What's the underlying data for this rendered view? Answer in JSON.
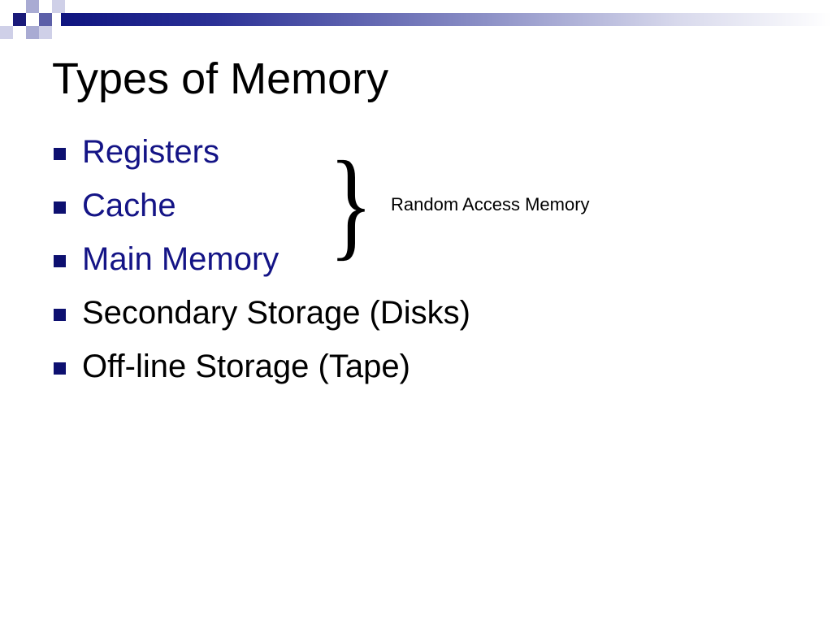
{
  "slide": {
    "title": "Types of Memory",
    "bullets": [
      {
        "text": "Registers",
        "color": "#141486"
      },
      {
        "text": "Cache",
        "color": "#141486"
      },
      {
        "text": "Main Memory",
        "color": "#141486"
      },
      {
        "text": "Secondary Storage (Disks)",
        "color": "#000000"
      },
      {
        "text": "Off-line Storage (Tape)",
        "color": "#000000"
      }
    ],
    "brace_glyph": "}",
    "annotation": "Random Access Memory",
    "accent_color": "#0d1070"
  }
}
